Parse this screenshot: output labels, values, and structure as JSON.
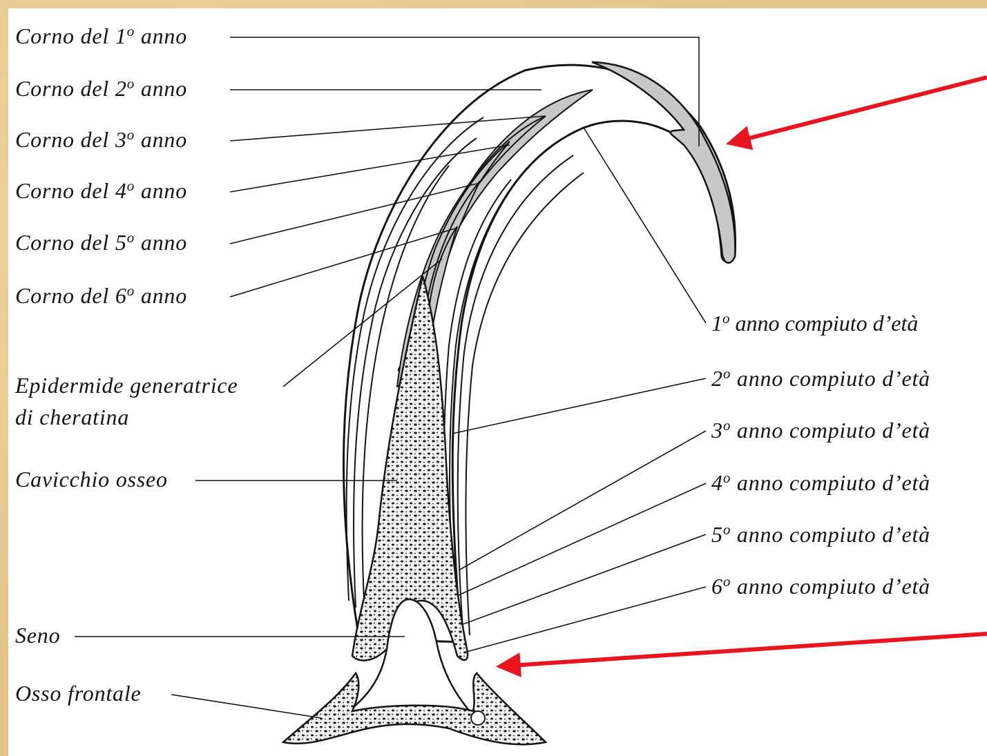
{
  "labels_left": {
    "corno_1": {
      "pre": "Corno del 1",
      "sup": "o",
      "post": " anno"
    },
    "corno_2": {
      "pre": "Corno del 2",
      "sup": "o",
      "post": " anno"
    },
    "corno_3": {
      "pre": "Corno del 3",
      "sup": "o",
      "post": " anno"
    },
    "corno_4": {
      "pre": "Corno del 4",
      "sup": "o",
      "post": " anno"
    },
    "corno_5": {
      "pre": "Corno del 5",
      "sup": "o",
      "post": " anno"
    },
    "corno_6": {
      "pre": "Corno del 6",
      "sup": "o",
      "post": " anno"
    },
    "epidermide_line1": "Epidermide generatrice",
    "epidermide_line2": "di cheratina",
    "cavicchio": "Cavicchio osseo",
    "seno": "Seno",
    "osso": "Osso frontale"
  },
  "labels_right": {
    "anno_1": {
      "num": "1",
      "sup": "o",
      "post": " anno compiuto d’età"
    },
    "anno_2": {
      "num": "2",
      "sup": "o",
      "post": " anno compiuto d’età"
    },
    "anno_3": {
      "num": "3",
      "sup": "o",
      "post": " anno compiuto d’età"
    },
    "anno_4": {
      "num": "4",
      "sup": "o",
      "post": " anno compiuto d’età"
    },
    "anno_5": {
      "num": "5",
      "sup": "o",
      "post": " anno compiuto d’età"
    },
    "anno_6": {
      "num": "6",
      "sup": "o",
      "post": " anno compiuto d’età"
    }
  },
  "colors": {
    "background": "#e3c58c",
    "panel": "#ffffff",
    "ink": "#141414",
    "horn_fill": "#c8c8c8",
    "bone_fill": "#f2f2f2",
    "arrow": "#e8141e"
  },
  "annotations": [
    {
      "name": "red-arrow-top",
      "points_to": "horn-tip"
    },
    {
      "name": "red-arrow-bottom",
      "points_to": "horn-base"
    }
  ]
}
